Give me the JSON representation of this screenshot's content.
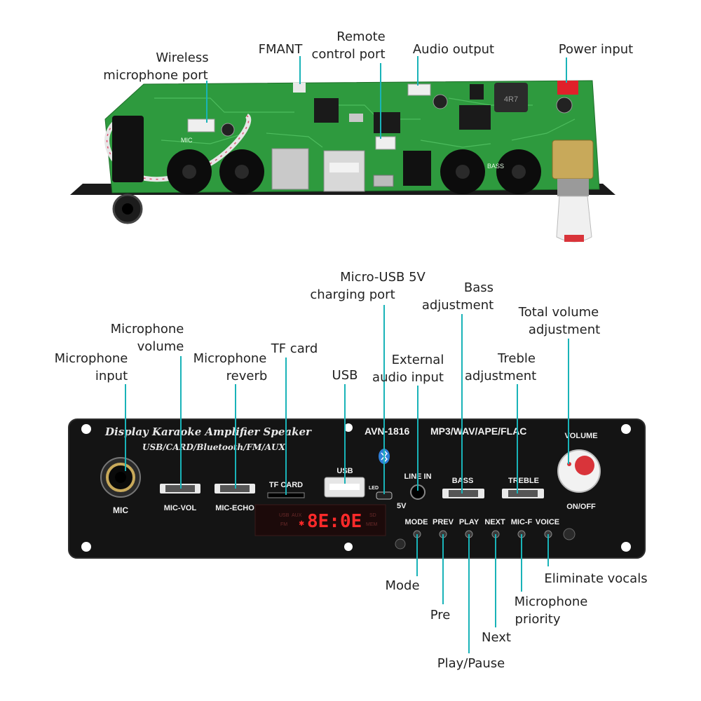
{
  "labels": {
    "wireless_mic_1": "Wireless",
    "wireless_mic_2": "microphone port",
    "fmant": "FMANT",
    "remote_1": "Remote",
    "remote_2": "control port",
    "audio_output": "Audio output",
    "power_input": "Power input",
    "micro_usb_1": "Micro-USB 5V",
    "micro_usb_2": "charging port",
    "bass_1": "Bass",
    "bass_2": "adjustment",
    "total_vol_1": "Total volume",
    "total_vol_2": "adjustment",
    "mic_volume_1": "Microphone",
    "mic_volume_2": "volume",
    "mic_input_1": "Microphone",
    "mic_input_2": "input",
    "mic_reverb_1": "Microphone",
    "mic_reverb_2": "reverb",
    "tf_card": "TF card",
    "usb": "USB",
    "ext_audio_1": "External",
    "ext_audio_2": "audio input",
    "treble_1": "Treble",
    "treble_2": "adjustment",
    "mode": "Mode",
    "pre": "Pre",
    "play_pause": "Play/Pause",
    "next": "Next",
    "mic_priority_1": "Microphone",
    "mic_priority_2": "priority",
    "eliminate_vocals": "Eliminate vocals"
  },
  "panel": {
    "title": "Display Karaoke Amplifier Speaker",
    "subtitle": "USB/CARD/Bluetooth/FM/AUX",
    "model": "AVN-1816",
    "formats": "MP3/WAV/APE/FLAC",
    "mic": "MIC",
    "mic_vol": "MIC-VOL",
    "mic_echo": "MIC-ECHO",
    "tf_card": "TF CARD",
    "usb": "USB",
    "led": "LED",
    "five_v": "5V",
    "line_in": "LINE IN",
    "bass": "BASS",
    "treble": "TREBLE",
    "volume": "VOLUME",
    "on_off": "ON/OFF",
    "btn_mode": "MODE",
    "btn_prev": "PREV",
    "btn_play": "PLAY",
    "btn_next": "NEXT",
    "btn_micf": "MIC-F",
    "btn_voice": "VOICE",
    "display_text": "8E:0E",
    "disp_usb": "USB",
    "disp_aux": "AUX",
    "disp_fm": "FM",
    "disp_sd": "SD",
    "disp_mem": "MEM"
  },
  "board": {
    "inductor_label": "4R7",
    "bass_silk": "BASS",
    "mic_silk": "MIC"
  },
  "colors": {
    "pcb": "#2e9a3e",
    "panel": "#141414",
    "callout_line": "#19b3b8",
    "segment_red": "#ff2a2a",
    "knob_red": "#d9343a"
  }
}
